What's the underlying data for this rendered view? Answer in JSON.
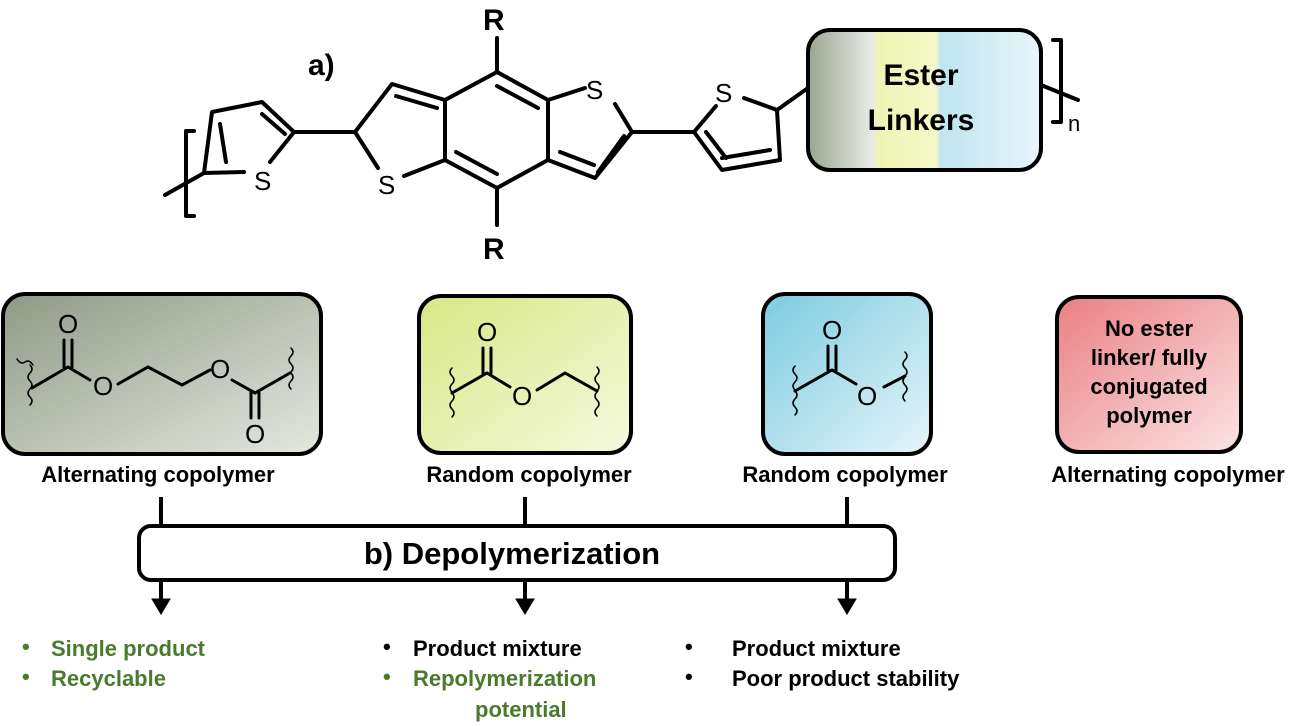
{
  "panel_a": {
    "label": "a)",
    "substituent_top": "R",
    "substituent_bottom": "R",
    "sulfur": "S",
    "ester_box": {
      "line1": "Ester",
      "line2": "Linkers"
    },
    "repeat_subscript": "n"
  },
  "linkers": [
    {
      "caption": "Alternating copolymer",
      "color": "#a3ad9c"
    },
    {
      "caption": "Random copolymer",
      "color": "#dce98e"
    },
    {
      "caption": "Random copolymer",
      "color": "#8fd0e0"
    },
    {
      "caption": "Alternating copolymer",
      "color": "#ee8a8c",
      "box_lines": [
        "No ester",
        "linker/ fully",
        "conjugated",
        "polymer"
      ]
    }
  ],
  "atoms": {
    "oxygen": "O"
  },
  "panel_b": {
    "label": "b) Depolymerization"
  },
  "outcomes": [
    {
      "bullets": [
        {
          "text": "Single product",
          "color": "#4a7a2c"
        },
        {
          "text": "Recyclable",
          "color": "#4a7a2c"
        }
      ]
    },
    {
      "bullets": [
        {
          "text": "Product mixture",
          "color": "#000000"
        },
        {
          "text": "Repolymerization",
          "continuation": "potential",
          "color": "#4a7a2c"
        }
      ]
    },
    {
      "bullets": [
        {
          "text": "Product mixture",
          "color": "#000000"
        },
        {
          "text": "Poor product stability",
          "color": "#000000"
        }
      ]
    }
  ],
  "bullet_char": "•"
}
